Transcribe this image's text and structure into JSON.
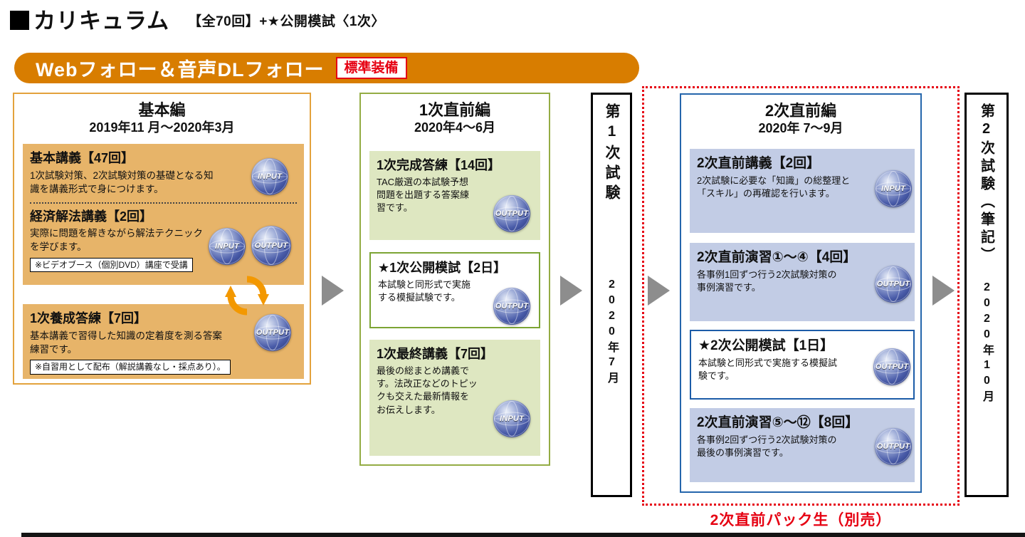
{
  "header": {
    "title": "カリキュラム",
    "subtitle": "【全70回】+★公開模試〈1次〉"
  },
  "banner": {
    "title": "Webフォロー＆音声DLフォロー",
    "badge": "標準装備"
  },
  "icons": {
    "input": "INPUT",
    "output": "OUTPUT"
  },
  "basic": {
    "title": "基本編",
    "period": "2019年11 月～2020年3月",
    "items": [
      {
        "title": "基本講義【47回】",
        "desc": "1次試験対策、2次試験対策の基礎となる知識を講義形式で身につけます。"
      },
      {
        "title": "経済解法講義【2回】",
        "desc": "実際に問題を解きながら解法テクニックを学びます。",
        "note": "※ビデオブース（個別DVD）講座で受講"
      },
      {
        "title": "1次養成答練【7回】",
        "desc": "基本講義で習得した知識の定着度を測る答案練習です。",
        "note": "※自習用として配布（解説講義なし・採点あり）。"
      }
    ]
  },
  "first_pre": {
    "title": "1次直前編",
    "period": "2020年4～6月",
    "items": [
      {
        "title": "1次完成答練【14回】",
        "desc": "TAC厳選の本試験予想問題を出題する答案練習です。"
      },
      {
        "title": "★1次公開模試【2日】",
        "desc": "本試験と同形式で実施する模擬試験です。"
      },
      {
        "title": "1次最終講義【7回】",
        "desc": "最後の総まとめ講義です。法改正などのトピックも交えた最新情報をお伝えします。"
      }
    ]
  },
  "exam1": {
    "title": "第1次試験",
    "date": "2020年7月"
  },
  "second_pre": {
    "title": "2次直前編",
    "period": "2020年 7～9月",
    "items": [
      {
        "title": "2次直前講義【2回】",
        "desc": "2次試験に必要な「知識」の総整理と「スキル」の再確認を行います。"
      },
      {
        "title": "2次直前演習①～④【4回】",
        "desc": "各事例1回ずつ行う2次試験対策の事例演習です。"
      },
      {
        "title": "★2次公開模試【1日】",
        "desc": "本試験と同形式で実施する模擬試験です。"
      },
      {
        "title": "2次直前演習⑤～⑫【8回】",
        "desc": "各事例2回ずつ行う2次試験対策の最後の事例演習です。"
      }
    ]
  },
  "exam2": {
    "title": "第2次試験",
    "suffix": "（筆記）",
    "date": "2020年10月"
  },
  "pack_label": "2次直前パック生（別売）",
  "colors": {
    "banner_orange": "#D87D00",
    "basic_border": "#E3A23C",
    "basic_fill": "#E7B469",
    "green_border": "#94AC44",
    "green_fill": "#DEE7C1",
    "green_highlight": "#7CA434",
    "blue_border": "#2566AC",
    "blue_fill": "#C2CCE5",
    "blue_highlight": "#1C5CA8",
    "red": "#E60012",
    "arrow_gray": "#8D8D8D"
  }
}
